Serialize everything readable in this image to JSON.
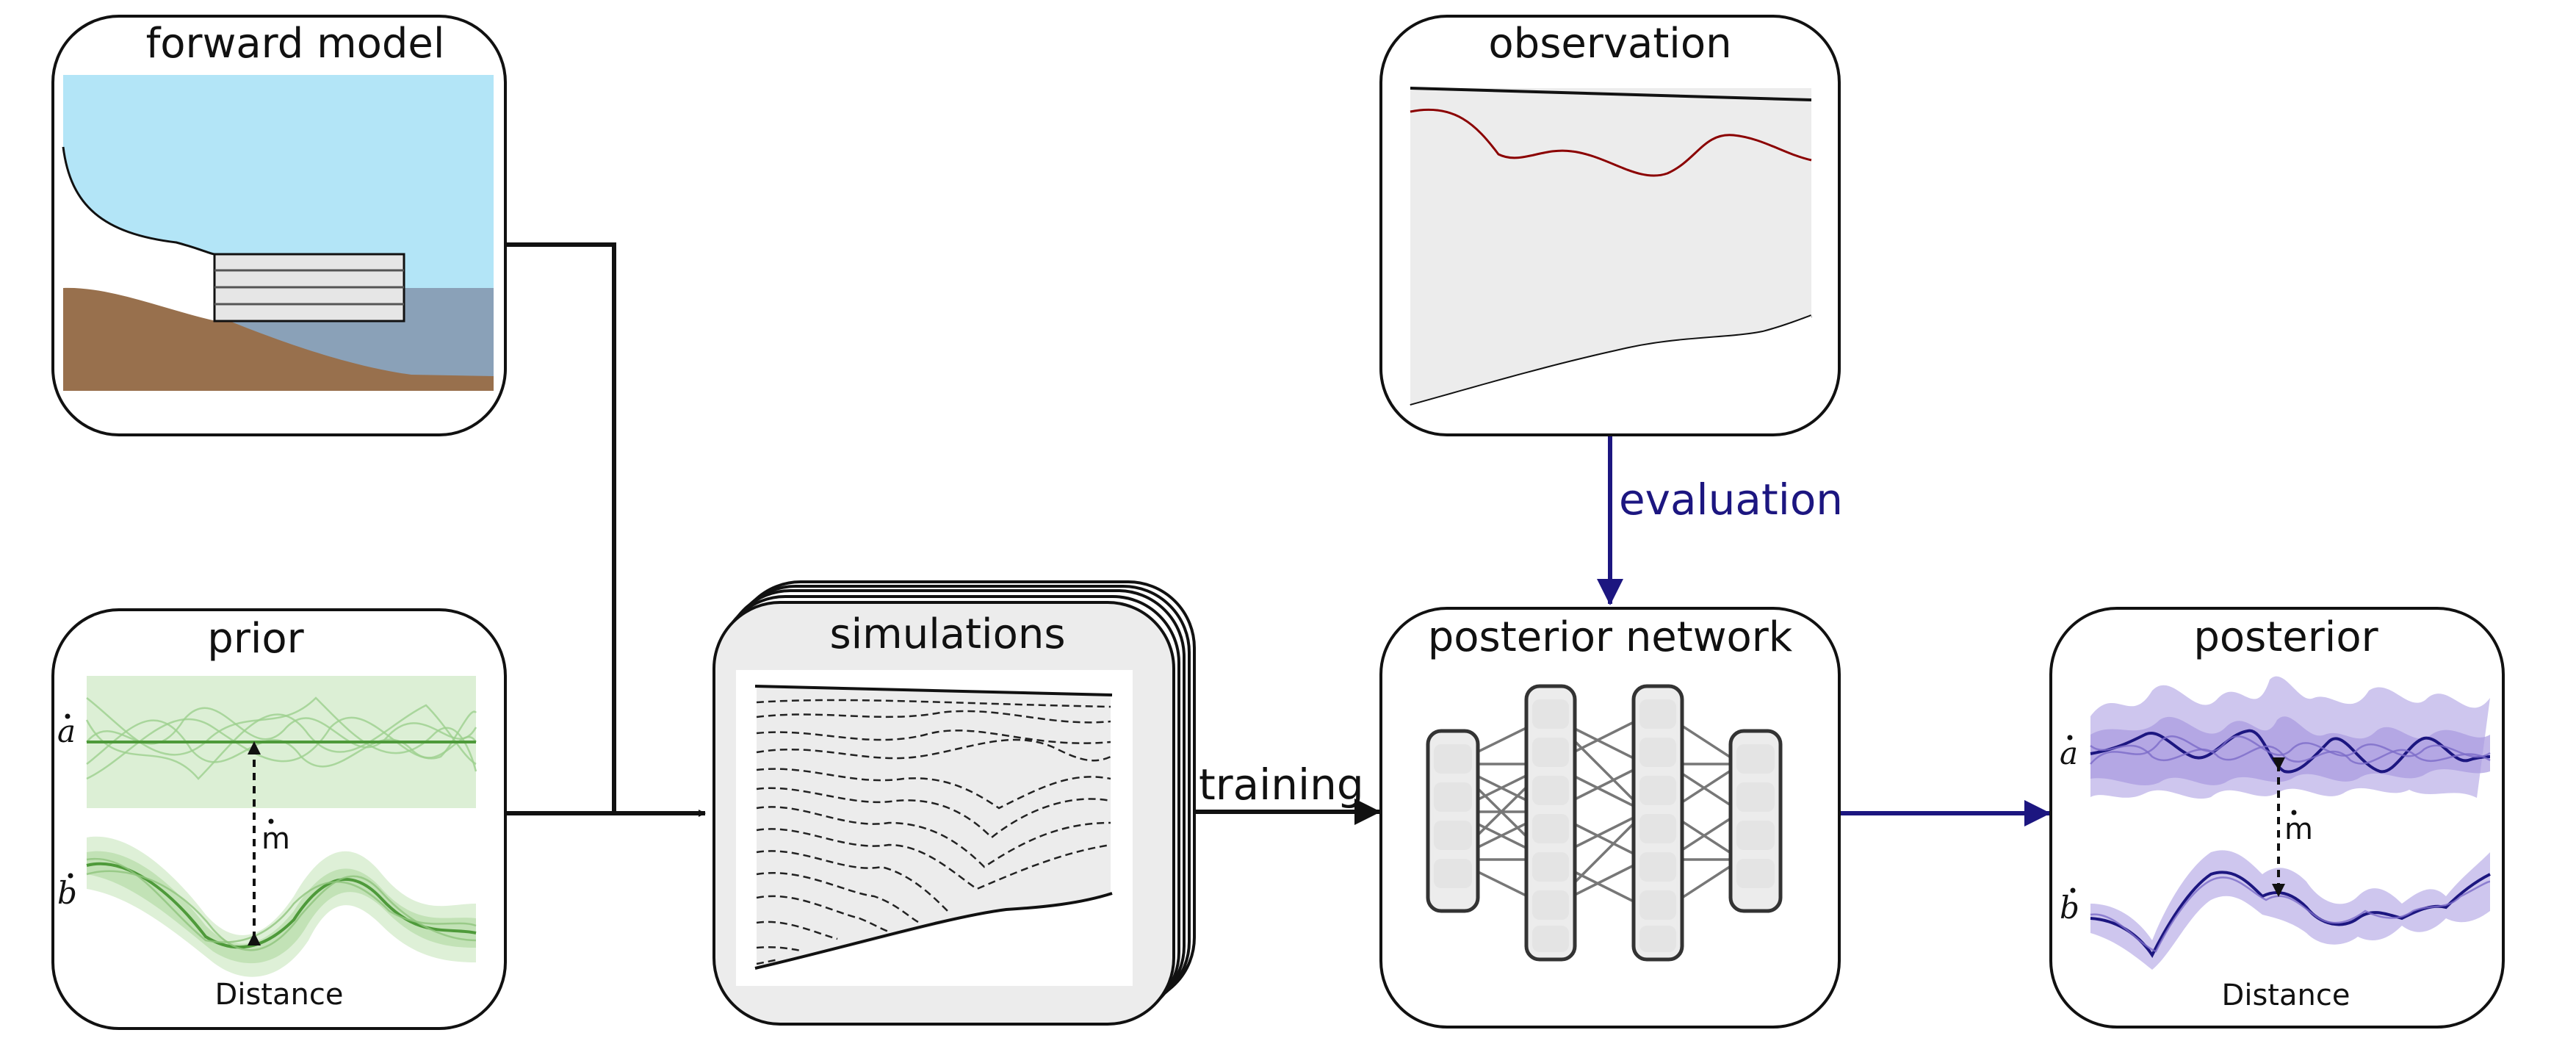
{
  "panels": {
    "forward_model": {
      "title": "forward model"
    },
    "prior": {
      "title": "prior",
      "a_label": "a",
      "b_label": "b",
      "m_label": "m",
      "x_label": "Distance"
    },
    "simulations": {
      "title": "simulations"
    },
    "observation": {
      "title": "observation"
    },
    "posterior_network": {
      "title": "posterior network"
    },
    "posterior": {
      "title": "posterior",
      "a_label": "a",
      "b_label": "b",
      "m_label": "m",
      "x_label": "Distance"
    }
  },
  "edges": {
    "training": "training",
    "evaluation": "evaluation"
  },
  "colors": {
    "ocean": "#b3e5f7",
    "water": "#8aa1b8",
    "bed": "#98704d",
    "prior_green": "#4e9a3a",
    "prior_fill": "#dcefd5",
    "posterior_blue": "#1c1680",
    "posterior_fill": "#c9c0ec",
    "observation_red": "#8b0000",
    "panel_gray": "#ececec"
  }
}
